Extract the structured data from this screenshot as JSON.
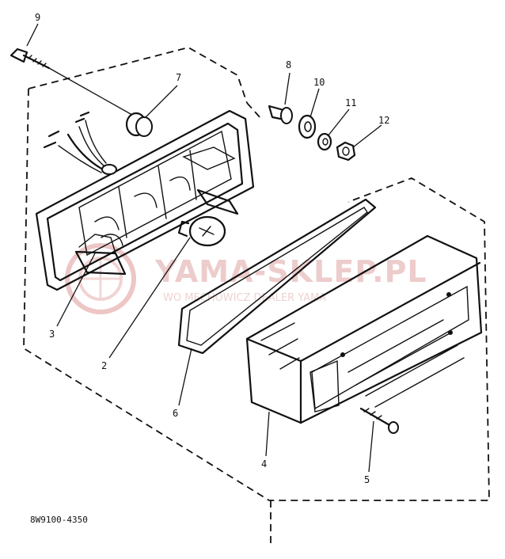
{
  "diagram": {
    "drawing_code": "8W9100-4350",
    "watermark": {
      "brand": "YAMA-SKLEP.PL",
      "line2_visible": "WO  MECHOWICZ  DEALER YAMA"
    },
    "callouts": [
      {
        "id": "p9",
        "number": "9",
        "part": "screw"
      },
      {
        "id": "p7",
        "number": "7",
        "part": "grommet"
      },
      {
        "id": "p8",
        "number": "8",
        "part": "collar"
      },
      {
        "id": "p10",
        "number": "10",
        "part": "washer"
      },
      {
        "id": "p11",
        "number": "11",
        "part": "lock-washer"
      },
      {
        "id": "p12",
        "number": "12",
        "part": "nut"
      },
      {
        "id": "p3",
        "number": "3",
        "part": "bulb-socket"
      },
      {
        "id": "p2",
        "number": "2",
        "part": "bulb"
      },
      {
        "id": "p6",
        "number": "6",
        "part": "gasket"
      },
      {
        "id": "p4",
        "number": "4",
        "part": "lens"
      },
      {
        "id": "p5",
        "number": "5",
        "part": "screw"
      }
    ]
  }
}
